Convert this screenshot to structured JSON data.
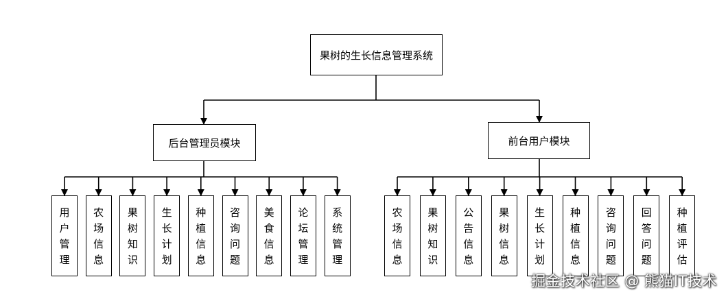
{
  "diagram": {
    "root": "果树的生长信息管理系统",
    "branches": [
      {
        "label": "后台管理员模块",
        "children": [
          "用户管理",
          "农场信息",
          "果树知识",
          "生长计划",
          "种植信息",
          "咨询问题",
          "美食信息",
          "论坛管理",
          "系统管理"
        ]
      },
      {
        "label": "前台用户模块",
        "children": [
          "农场信息",
          "果树知识",
          "公告信息",
          "果树信息",
          "生长计划",
          "种植信息",
          "咨询问题",
          "回答问题",
          "种植评估"
        ]
      }
    ]
  },
  "watermark": "掘金技术社区 @ 熊猫IT技术"
}
